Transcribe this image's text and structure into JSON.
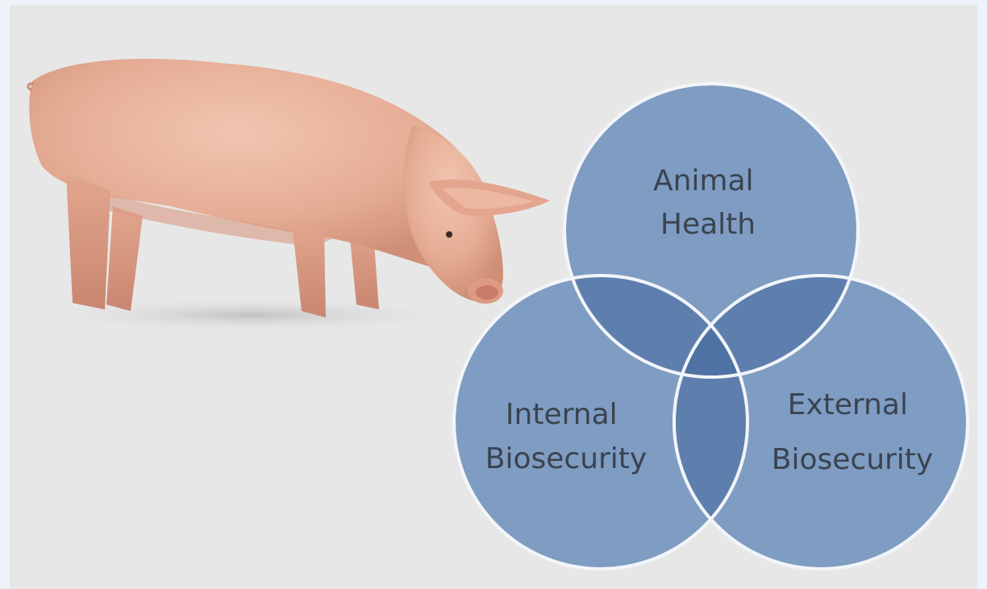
{
  "illustration": {
    "subject_icon": "pig-icon"
  },
  "venn": {
    "colors": {
      "circle_fill": "#7f9cc2",
      "circle_stroke": "#f2f5f9",
      "overlap_fill": "#5e7fae",
      "center_fill": "#4f72a4",
      "label_color": "#3a4350"
    },
    "sets": [
      {
        "id": "animal-health",
        "line1": "Animal",
        "line2": "Health"
      },
      {
        "id": "internal-biosecurity",
        "line1": "Internal",
        "line2": "Biosecurity"
      },
      {
        "id": "external-biosecurity",
        "line1": "External",
        "line2": "Biosecurity"
      }
    ]
  }
}
